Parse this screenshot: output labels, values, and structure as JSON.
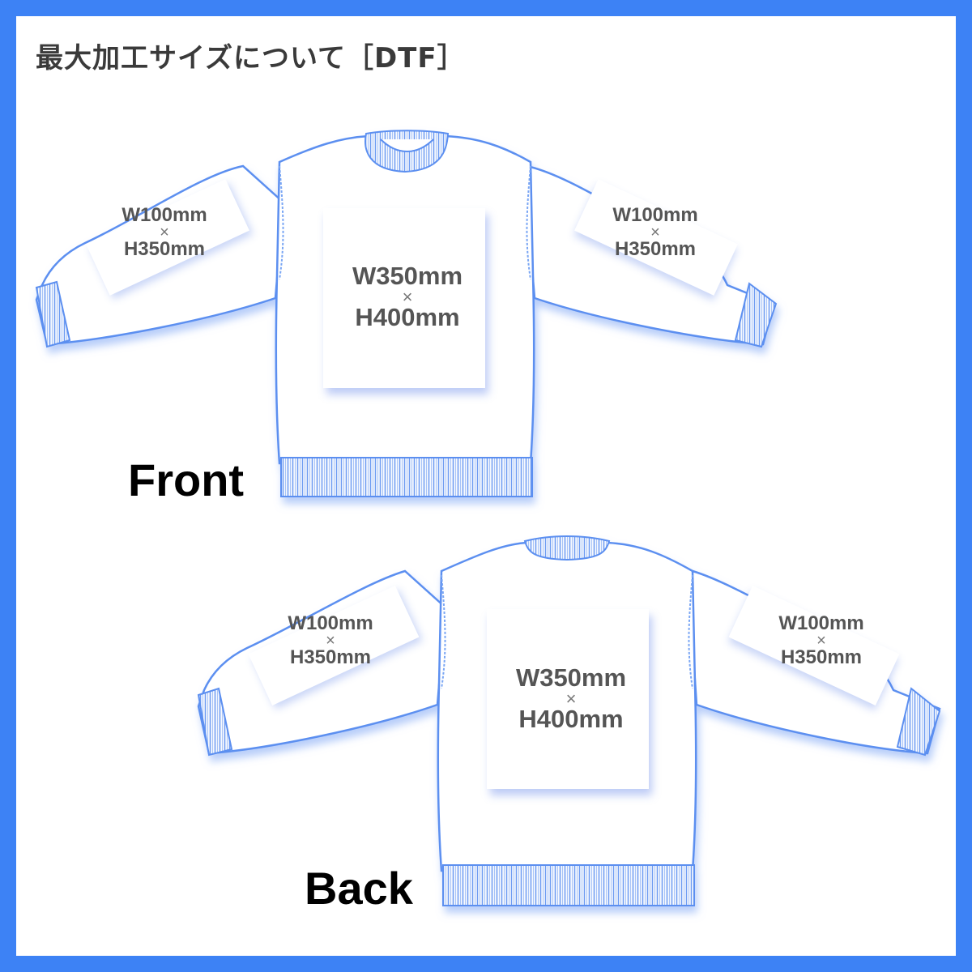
{
  "title": "最大加工サイズについて［DTF］",
  "colors": {
    "frame": "#3d82f5",
    "outline": "#5b8ff0",
    "rib": "#7aa6f4",
    "shadow": "#9fbcf7"
  },
  "front": {
    "label": "Front",
    "body_print": {
      "width": "W350mm",
      "times": "×",
      "height": "H400mm"
    },
    "left_sleeve_print": {
      "width": "W100mm",
      "times": "×",
      "height": "H350mm"
    },
    "right_sleeve_print": {
      "width": "W100mm",
      "times": "×",
      "height": "H350mm"
    }
  },
  "back": {
    "label": "Back",
    "body_print": {
      "width": "W350mm",
      "times": "×",
      "height": "H400mm"
    },
    "left_sleeve_print": {
      "width": "W100mm",
      "times": "×",
      "height": "H350mm"
    },
    "right_sleeve_print": {
      "width": "W100mm",
      "times": "×",
      "height": "H350mm"
    }
  }
}
